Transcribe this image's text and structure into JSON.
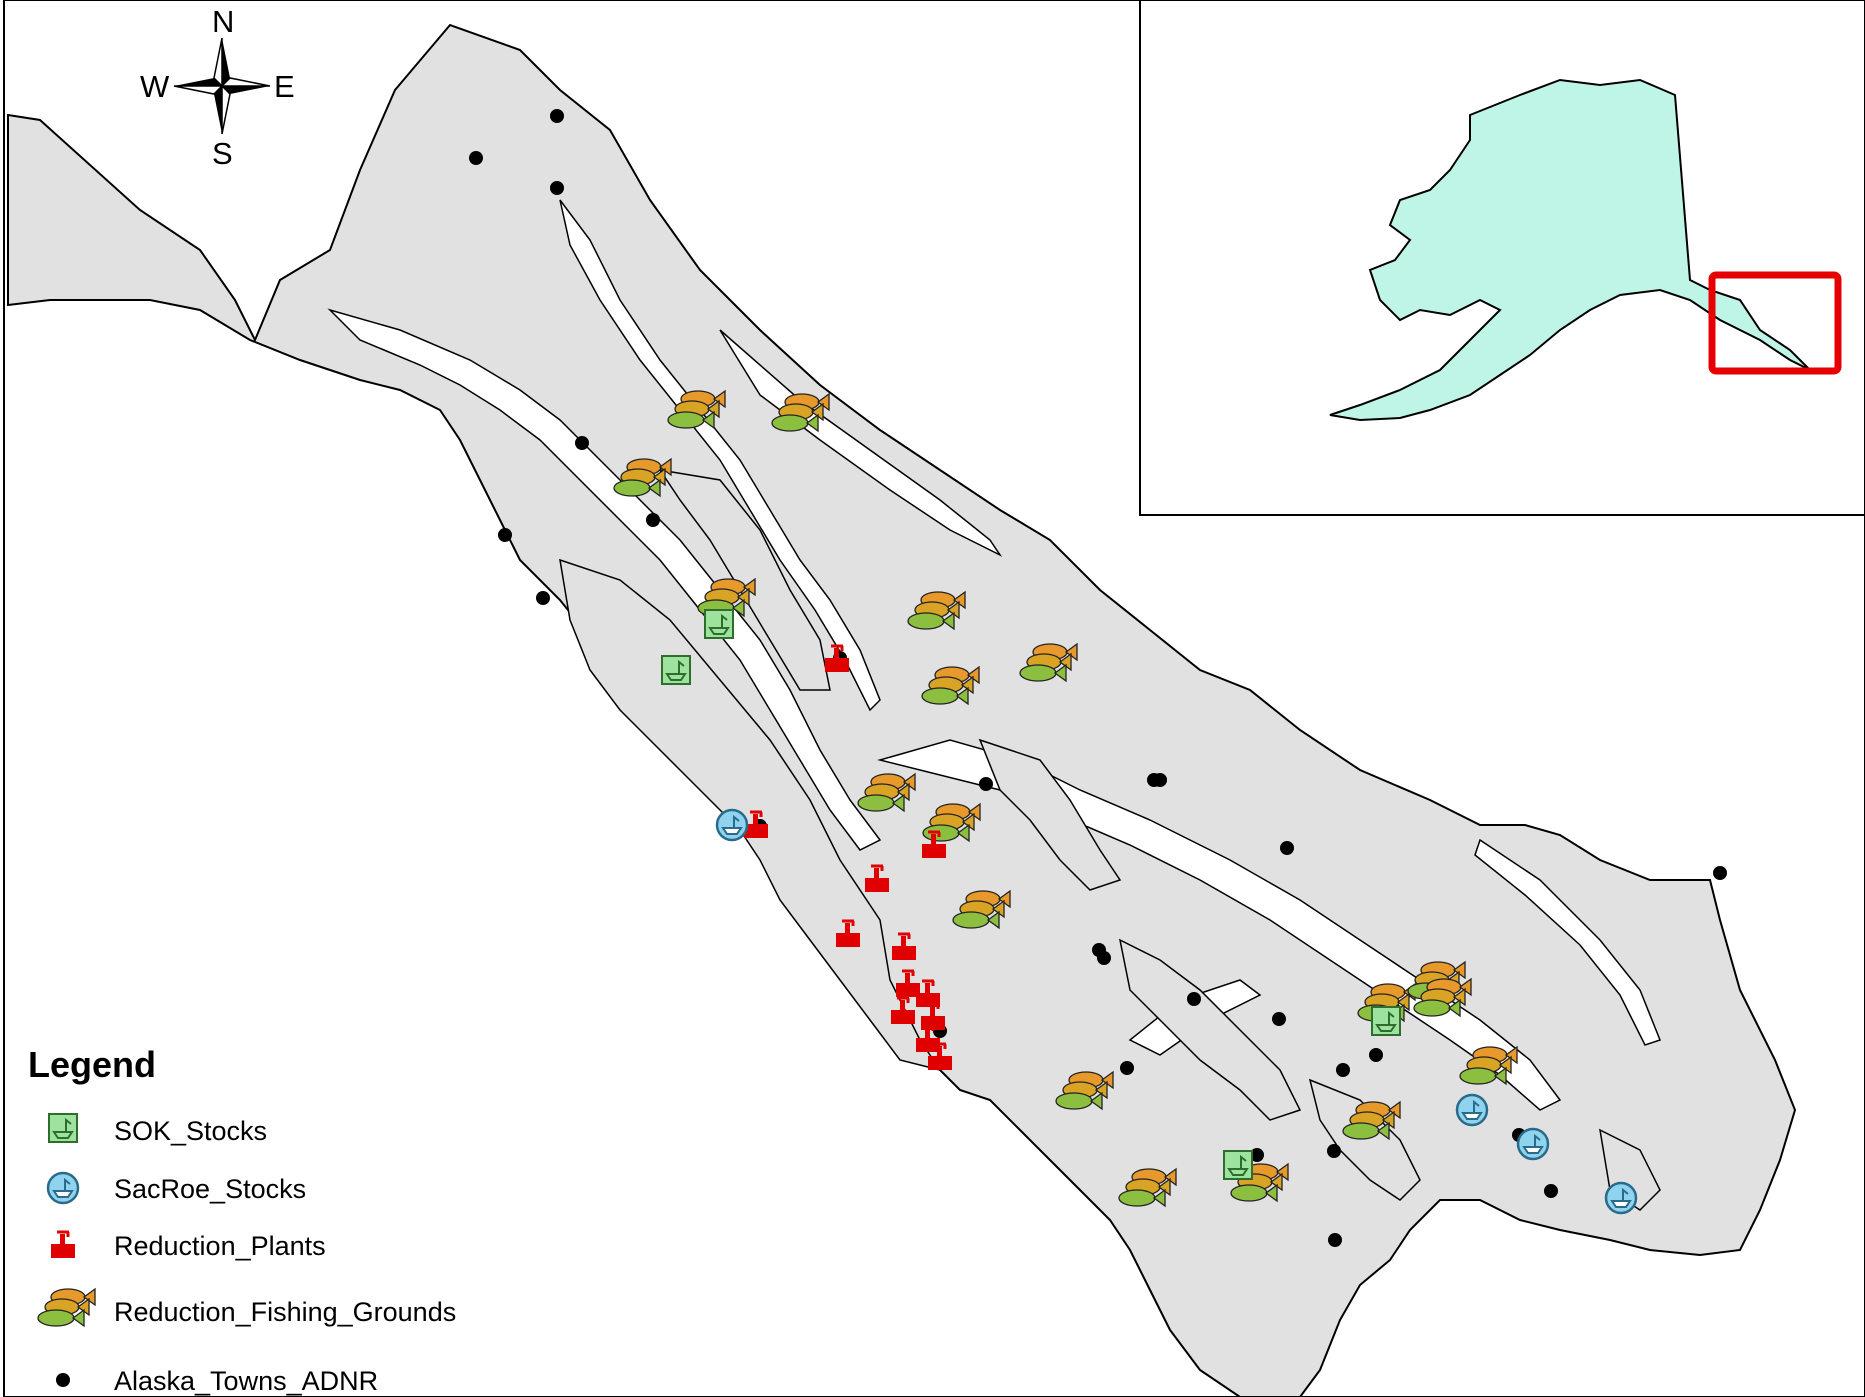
{
  "compass": {
    "north": "N",
    "south": "S",
    "east": "E",
    "west": "W"
  },
  "legend": {
    "title": "Legend",
    "items": [
      {
        "label": "SOK_Stocks",
        "icon": "sok-stock-icon"
      },
      {
        "label": "SacRoe_Stocks",
        "icon": "sacroe-stock-icon"
      },
      {
        "label": "Reduction_Plants",
        "icon": "reduction-plant-icon"
      },
      {
        "label": "Reduction_Fishing_Grounds",
        "icon": "fish-icon"
      },
      {
        "label": "Alaska_Towns_ADNR",
        "icon": "town-dot-icon"
      }
    ]
  },
  "colors": {
    "land": "#e1e1e1",
    "coastline": "#000000",
    "inset_land": "#bff5e6",
    "inset_highlight": "#e60000",
    "sok": "#9de39d",
    "sacroe": "#8fd3ef",
    "reduction_plant": "#e00000",
    "town": "#000000"
  }
}
